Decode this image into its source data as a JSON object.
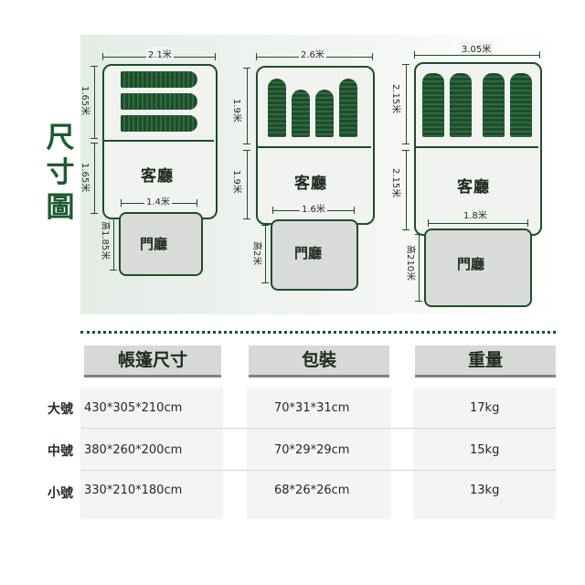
{
  "side_title": [
    "尺",
    "寸",
    "圖"
  ],
  "tents": [
    {
      "width_label": "2.1米",
      "bedroom_height_label": "1.65米",
      "living_height_label": "1.65米",
      "door_width_label": "1.4米",
      "door_height_label": "高1.85米",
      "living_label": "客廳",
      "door_label": "門廳"
    },
    {
      "width_label": "2.6米",
      "bedroom_height_label": "1.9米",
      "living_height_label": "1.9米",
      "door_width_label": "1.6米",
      "door_height_label": "高2米",
      "living_label": "客廳",
      "door_label": "門廳"
    },
    {
      "width_label": "3.05米",
      "bedroom_height_label": "2.15米",
      "living_height_label": "2.15米",
      "door_width_label": "1.8米",
      "door_height_label": "高210米",
      "living_label": "客廳",
      "door_label": "門廳"
    }
  ],
  "table": {
    "headers": [
      "帳篷尺寸",
      "包裝",
      "重量"
    ],
    "rows": [
      {
        "label": "大號",
        "size": "430*305*210cm",
        "package": "70*31*31cm",
        "weight": "17kg"
      },
      {
        "label": "中號",
        "size": "380*260*200cm",
        "package": "70*29*29cm",
        "weight": "15kg"
      },
      {
        "label": "小號",
        "size": "330*210*180cm",
        "package": "68*26*26cm",
        "weight": "13kg"
      }
    ]
  },
  "colors": {
    "dark_green": "#1e4d2b",
    "title_green": "#1d5a2e",
    "header_gray": "#d6d9d6"
  }
}
